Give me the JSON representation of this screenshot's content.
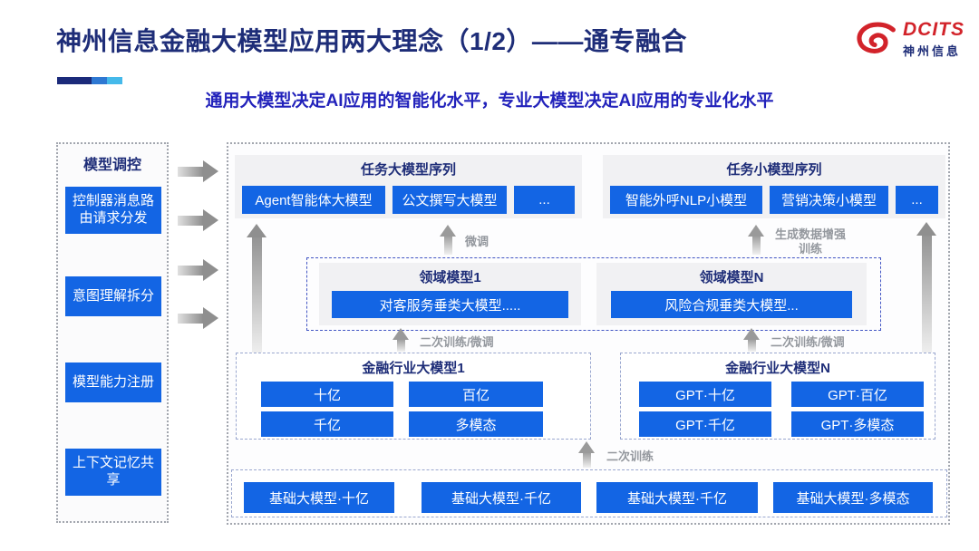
{
  "header": {
    "title": "神州信息金融大模型应用两大理念（1/2）——通专融合",
    "subtitle": "通用大模型决定AI应用的智能化水平，专业大模型决定AI应用的专业化水平",
    "logo": {
      "brand": "DCITS",
      "brand_cn": "神州信息"
    }
  },
  "sidebar": {
    "title": "模型调控",
    "items": [
      "控制器消息路由请求分发",
      "意图理解拆分",
      "模型能力注册",
      "上下文记忆共享"
    ]
  },
  "main": {
    "task_large_series": {
      "title": "任务大模型序列",
      "models": [
        "Agent智能体大模型",
        "公文撰写大模型",
        "..."
      ]
    },
    "task_small_series": {
      "title": "任务小模型序列",
      "models": [
        "智能外呼NLP小模型",
        "营销决策小模型",
        "..."
      ]
    },
    "domain_models": {
      "model_1": {
        "title": "领域模型1",
        "model": "对客服务垂类大模型....."
      },
      "model_n": {
        "title": "领域模型N",
        "model": "风险合规垂类大模型..."
      }
    },
    "industry_models": {
      "model_1": {
        "title": "金融行业大模型1",
        "models": [
          "十亿",
          "百亿",
          "千亿",
          "多模态"
        ]
      },
      "model_n": {
        "title": "金融行业大模型N",
        "models": [
          "GPT·十亿",
          "GPT·百亿",
          "GPT·千亿",
          "GPT·多模态"
        ]
      }
    },
    "base_models": {
      "models": [
        "基础大模型·十亿",
        "基础大模型·千亿",
        "基础大模型·千亿",
        "基础大模型·多模态"
      ]
    },
    "flow_labels": {
      "finetune": "微调",
      "data_augment_training": "生成数据增强训练",
      "retrain_finetune_left": "二次训练/微调",
      "retrain_finetune_right": "二次训练/微调",
      "retrain": "二次训练"
    }
  },
  "colors": {
    "accent_blue": "#1365e4",
    "navy_text": "#1e2d78",
    "subtitle_blue": "#2222bb",
    "logo_red": "#d2232a",
    "domain_dash_blue": "#4356c4",
    "arrow_gray": "#94989e"
  }
}
